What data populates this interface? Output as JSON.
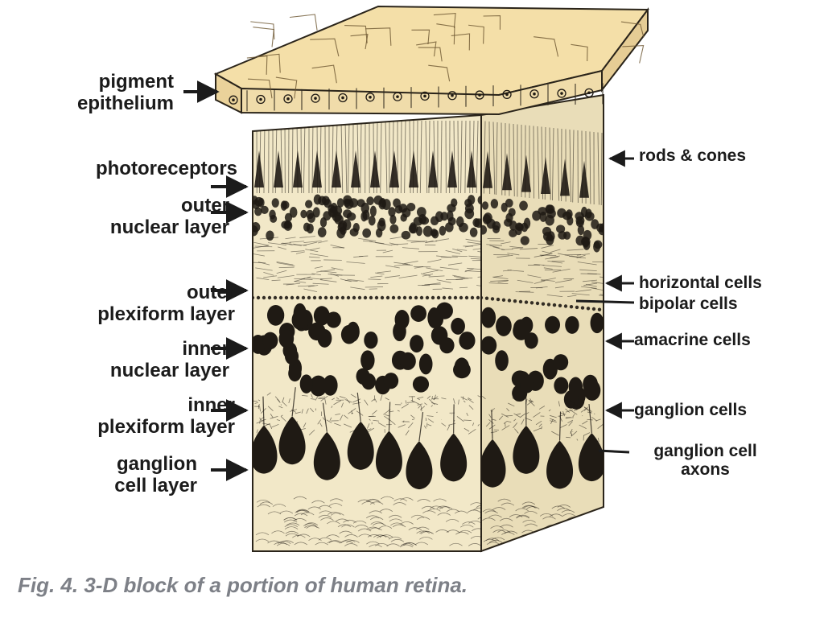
{
  "figure": {
    "caption": "Fig. 4. 3-D block of a portion of human retina.",
    "colors": {
      "background": "#ffffff",
      "block": "#f2e8c8",
      "ink": "#1b1b1b",
      "caption": "#7d8087"
    }
  },
  "labels_left": [
    {
      "id": "pigment-epithelium",
      "lines": [
        "pigment",
        "epithelium"
      ]
    },
    {
      "id": "photoreceptors",
      "lines": [
        "photoreceptors"
      ]
    },
    {
      "id": "outer-nuclear-layer",
      "lines": [
        "outer",
        "nuclear layer"
      ]
    },
    {
      "id": "outer-plexiform-layer",
      "lines": [
        "outer",
        "plexiform layer"
      ]
    },
    {
      "id": "inner-nuclear-layer",
      "lines": [
        "inner",
        "nuclear layer"
      ]
    },
    {
      "id": "inner-plexiform-layer",
      "lines": [
        "inner",
        "plexiform layer"
      ]
    },
    {
      "id": "ganglion-cell-layer",
      "lines": [
        "ganglion",
        "cell layer"
      ]
    }
  ],
  "labels_right": [
    {
      "id": "rods-and-cones",
      "lines": [
        "rods & cones"
      ]
    },
    {
      "id": "horizontal-cells",
      "lines": [
        "horizontal cells"
      ]
    },
    {
      "id": "bipolar-cells",
      "lines": [
        "bipolar cells"
      ]
    },
    {
      "id": "amacrine-cells",
      "lines": [
        "amacrine cells"
      ]
    },
    {
      "id": "ganglion-cells",
      "lines": [
        "ganglion cells"
      ]
    },
    {
      "id": "ganglion-cell-axons",
      "lines": [
        "ganglion cell",
        "axons"
      ]
    }
  ]
}
